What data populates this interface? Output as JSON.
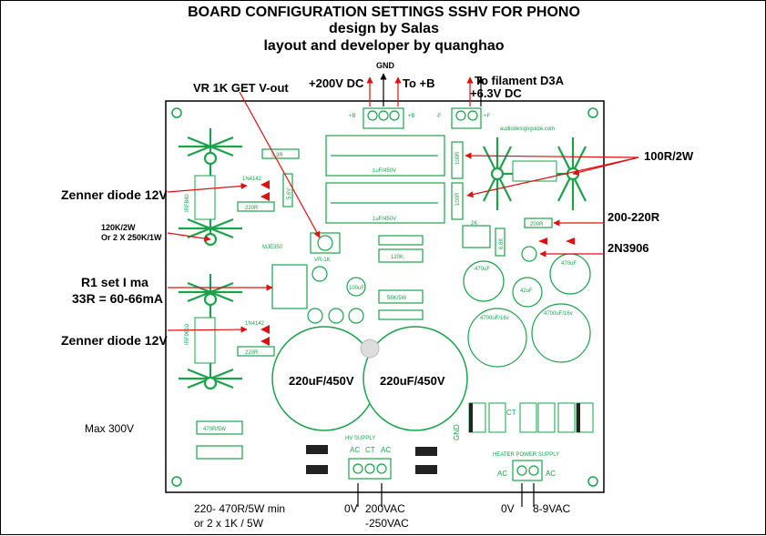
{
  "title": {
    "line1": "BOARD CONFIGURATION SETTINGS SSHV FOR PHONO",
    "line2": "design by Salas",
    "line3": "layout and developer by quanghao"
  },
  "annotations": {
    "gnd": "GND",
    "vr1k": "VR 1K GET V-out",
    "plus200": "+200V DC",
    "to_b": "To +B",
    "to_filament": "To filament D3A",
    "plus63": "+6.3V DC",
    "zener_top": "Zenner diode 12V",
    "r120k_1": "120K/2W",
    "r120k_2": "Or 2 X 250K/1W",
    "r1_1": "R1 set I ma",
    "r1_2": "33R = 60-66mA",
    "zener_bottom": "Zenner diode 12V",
    "r100": "100R/2W",
    "r200": "200-220R",
    "q2n": "2N3906",
    "max300": "Max 300V",
    "r470_1": "220- 470R/5W min",
    "r470_2": "or 2 x 1K / 5W",
    "zero_v_left": "0V",
    "v200_1": "200VAC",
    "v200_2": "-250VAC",
    "zero_v_right": "0V",
    "v89": "8-9VAC"
  },
  "board_labels": {
    "cap1": "220uF/450V",
    "cap2": "220uF/450V",
    "c_1uf_top": "1uF/450V",
    "c_1uf_bot": "1uF/450V",
    "r_33r": "3.3R",
    "r_220r_top": "220R",
    "r_220r_bot": "220R",
    "r_200r": "200R",
    "r_120k": "120K",
    "r_56k": "56K/5W",
    "r_470r": "470R/5W",
    "r_100r_1": "100R",
    "r_100r_2": "100R",
    "c_470uf_1": "470uF",
    "c_470uf_2": "470uF",
    "c_4700_1": "4700uF/16v",
    "c_4700_2": "4700uF/16v",
    "c_42uf": "42uF",
    "c_100uf": "100uF",
    "site": "audiodesignguide.com",
    "hv_supply": "HV SUPPLY",
    "heater_supply": "HEATER POWER SUPPLY",
    "ac": "AC",
    "ct": "CT",
    "gnd_board": "GND",
    "plus_b": "+B",
    "minus_f": "-F",
    "plus_f": "+F",
    "vr1k": "VR-1K",
    "k2": "2K",
    "r_68k": "6.8K",
    "irf_top": "IRF840",
    "irf_bot": "IRF9610",
    "in4142_top": "1N4142",
    "in4142_bot": "1N4142",
    "mje": "MJE350",
    "zen": "5.6V"
  },
  "colors": {
    "board_green": "#1aa34a",
    "arrow_red": "#e01010",
    "component_dark": "#222222"
  }
}
